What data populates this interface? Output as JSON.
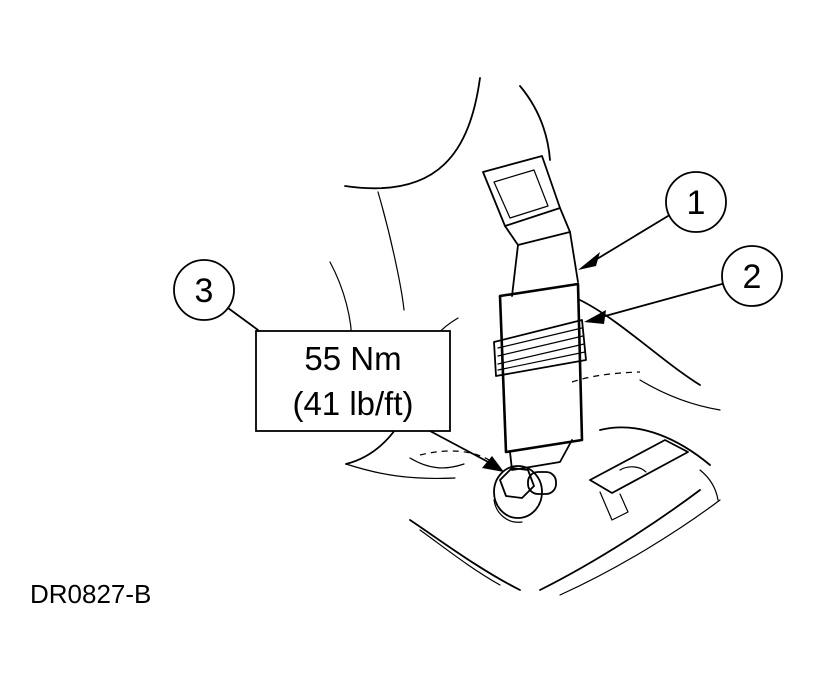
{
  "callouts": [
    {
      "label": "1"
    },
    {
      "label": "2"
    },
    {
      "label": "3"
    }
  ],
  "torque_spec": {
    "metric": "55 Nm",
    "imperial": "(41 lb/ft)"
  },
  "figure_id": "DR0827-B"
}
